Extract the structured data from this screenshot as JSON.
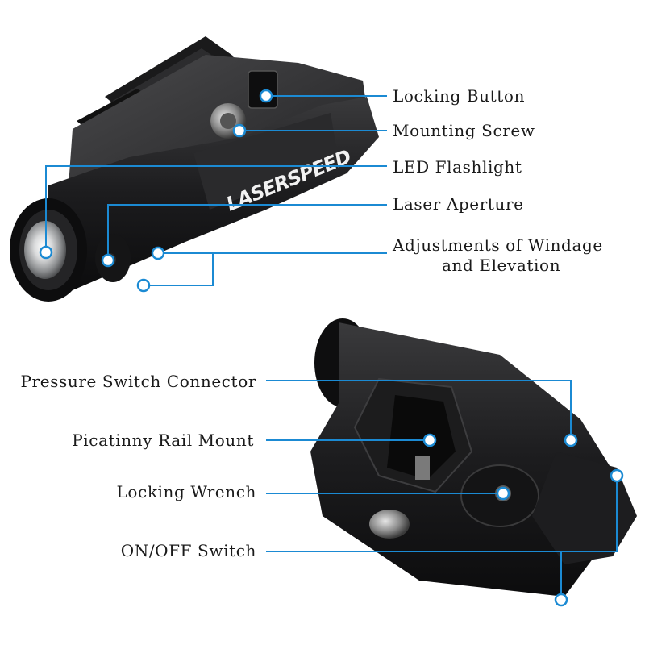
{
  "brand": "LASERSPEED",
  "accent_color": "#1b8ad3",
  "top_callouts": {
    "locking_button": "Locking  Button",
    "mounting_screw": "Mounting Screw",
    "led_flashlight": "LED Flashlight",
    "laser_aperture": "Laser Aperture",
    "adjustments_line1": "Adjustments of Windage",
    "adjustments_line2": "and Elevation"
  },
  "bottom_callouts": {
    "pressure_switch_connector": "Pressure Switch Connector",
    "picatinny_rail_mount": "Picatinny Rail Mount",
    "locking_wrench": "Locking  Wrench",
    "on_off_switch": "ON/OFF Switch"
  }
}
